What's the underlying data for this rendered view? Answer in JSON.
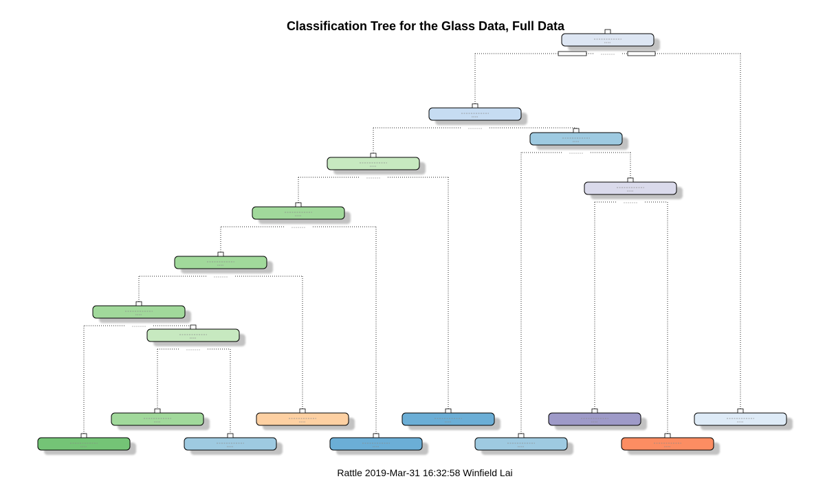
{
  "title": "Classification Tree for the Glass Data, Full Data",
  "footer": "Rattle 2019-Mar-31 16:32:58 Winfield Lai",
  "colors": {
    "root": "#dde6f3",
    "blue_light": "#c6dcf2",
    "blue_mid": "#9ecae1",
    "blue_dark": "#6baed6",
    "green_light": "#c7e9c0",
    "green_mid": "#a1d99b",
    "green_dark": "#74c476",
    "purple_light": "#dadaeb",
    "purple_mid": "#9e9ac8",
    "orange": "#fdd0a2",
    "salmon": "#fc8d62",
    "white_blue": "#deebf7"
  },
  "tree": {
    "nodes": [
      {
        "id": 1,
        "color": "root"
      },
      {
        "id": 2,
        "color": "blue_light"
      },
      {
        "id": 3,
        "color": "white_blue"
      },
      {
        "id": 4,
        "color": "green_light"
      },
      {
        "id": 5,
        "color": "blue_mid"
      },
      {
        "id": 8,
        "color": "green_mid"
      },
      {
        "id": 9,
        "color": "blue_dark"
      },
      {
        "id": 10,
        "color": "blue_mid"
      },
      {
        "id": 11,
        "color": "purple_light"
      },
      {
        "id": 16,
        "color": "green_mid"
      },
      {
        "id": 17,
        "color": "blue_dark"
      },
      {
        "id": 22,
        "color": "purple_mid"
      },
      {
        "id": 23,
        "color": "salmon"
      },
      {
        "id": 32,
        "color": "green_mid"
      },
      {
        "id": 33,
        "color": "orange"
      },
      {
        "id": 64,
        "color": "green_dark"
      },
      {
        "id": 65,
        "color": "green_light"
      },
      {
        "id": 130,
        "color": "green_mid"
      },
      {
        "id": 131,
        "color": "blue_mid"
      }
    ],
    "edges": [
      [
        1,
        2
      ],
      [
        1,
        3
      ],
      [
        2,
        4
      ],
      [
        2,
        5
      ],
      [
        4,
        8
      ],
      [
        4,
        9
      ],
      [
        5,
        10
      ],
      [
        5,
        11
      ],
      [
        8,
        16
      ],
      [
        8,
        17
      ],
      [
        11,
        22
      ],
      [
        11,
        23
      ],
      [
        16,
        32
      ],
      [
        16,
        33
      ],
      [
        32,
        64
      ],
      [
        32,
        65
      ],
      [
        65,
        130
      ],
      [
        65,
        131
      ]
    ]
  }
}
